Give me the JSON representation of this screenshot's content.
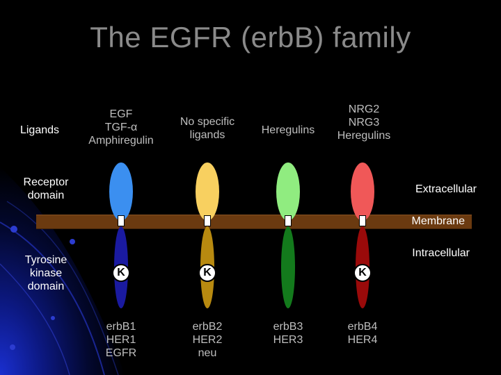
{
  "title": "The EGFR (erbB) family",
  "row_labels": {
    "ligands": "Ligands",
    "receptor_domain": "Receptor\ndomain",
    "tyrosine_kinase_domain": "Tyrosine\nkinase\ndomain"
  },
  "side_labels": {
    "extracellular": "Extracellular",
    "membrane": "Membrane",
    "intracellular": "Intracellular"
  },
  "kinase_symbol": "K",
  "receptors": [
    {
      "ligands": "EGF\nTGF-α\nAmphiregulin",
      "name": "erbB1\nHER1\nEGFR",
      "extracellular_color": "#3b8ff0",
      "kinase_color": "#1a1aa0",
      "active_kinase": true
    },
    {
      "ligands": "No specific\nligands",
      "name": "erbB2\nHER2\nneu",
      "extracellular_color": "#f8d060",
      "kinase_color": "#b88a10",
      "active_kinase": true
    },
    {
      "ligands": "Heregulins",
      "name": "erbB3\nHER3",
      "extracellular_color": "#90ec80",
      "kinase_color": "#137a1c",
      "active_kinase": false
    },
    {
      "ligands": "NRG2\nNRG3\nHeregulins",
      "name": "erbB4\nHER4",
      "extracellular_color": "#f05858",
      "kinase_color": "#9a0a0a",
      "active_kinase": true
    }
  ]
}
